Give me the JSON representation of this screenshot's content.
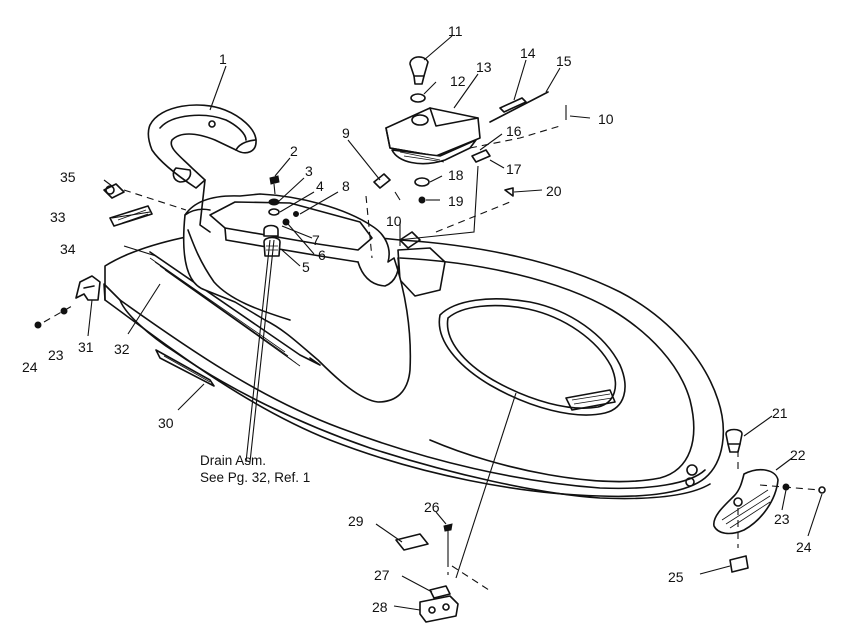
{
  "callouts": {
    "c1": "1",
    "c2": "2",
    "c3": "3",
    "c4": "4",
    "c5": "5",
    "c6": "6",
    "c7": "7",
    "c8": "8",
    "c9": "9",
    "c10a": "10",
    "c10b": "10",
    "c11": "11",
    "c12": "12",
    "c13": "13",
    "c14": "14",
    "c15": "15",
    "c16": "16",
    "c17": "17",
    "c18": "18",
    "c19": "19",
    "c20": "20",
    "c21": "21",
    "c22": "22",
    "c23a": "23",
    "c23b": "23",
    "c24a": "24",
    "c24b": "24",
    "c25": "25",
    "c26": "26",
    "c27": "27",
    "c28": "28",
    "c29": "29",
    "c30": "30",
    "c31": "31",
    "c32": "32",
    "c33": "33",
    "c34": "34",
    "c35": "35"
  },
  "note": {
    "line1": "Drain Asm.",
    "line2": "See Pg. 32, Ref. 1"
  }
}
